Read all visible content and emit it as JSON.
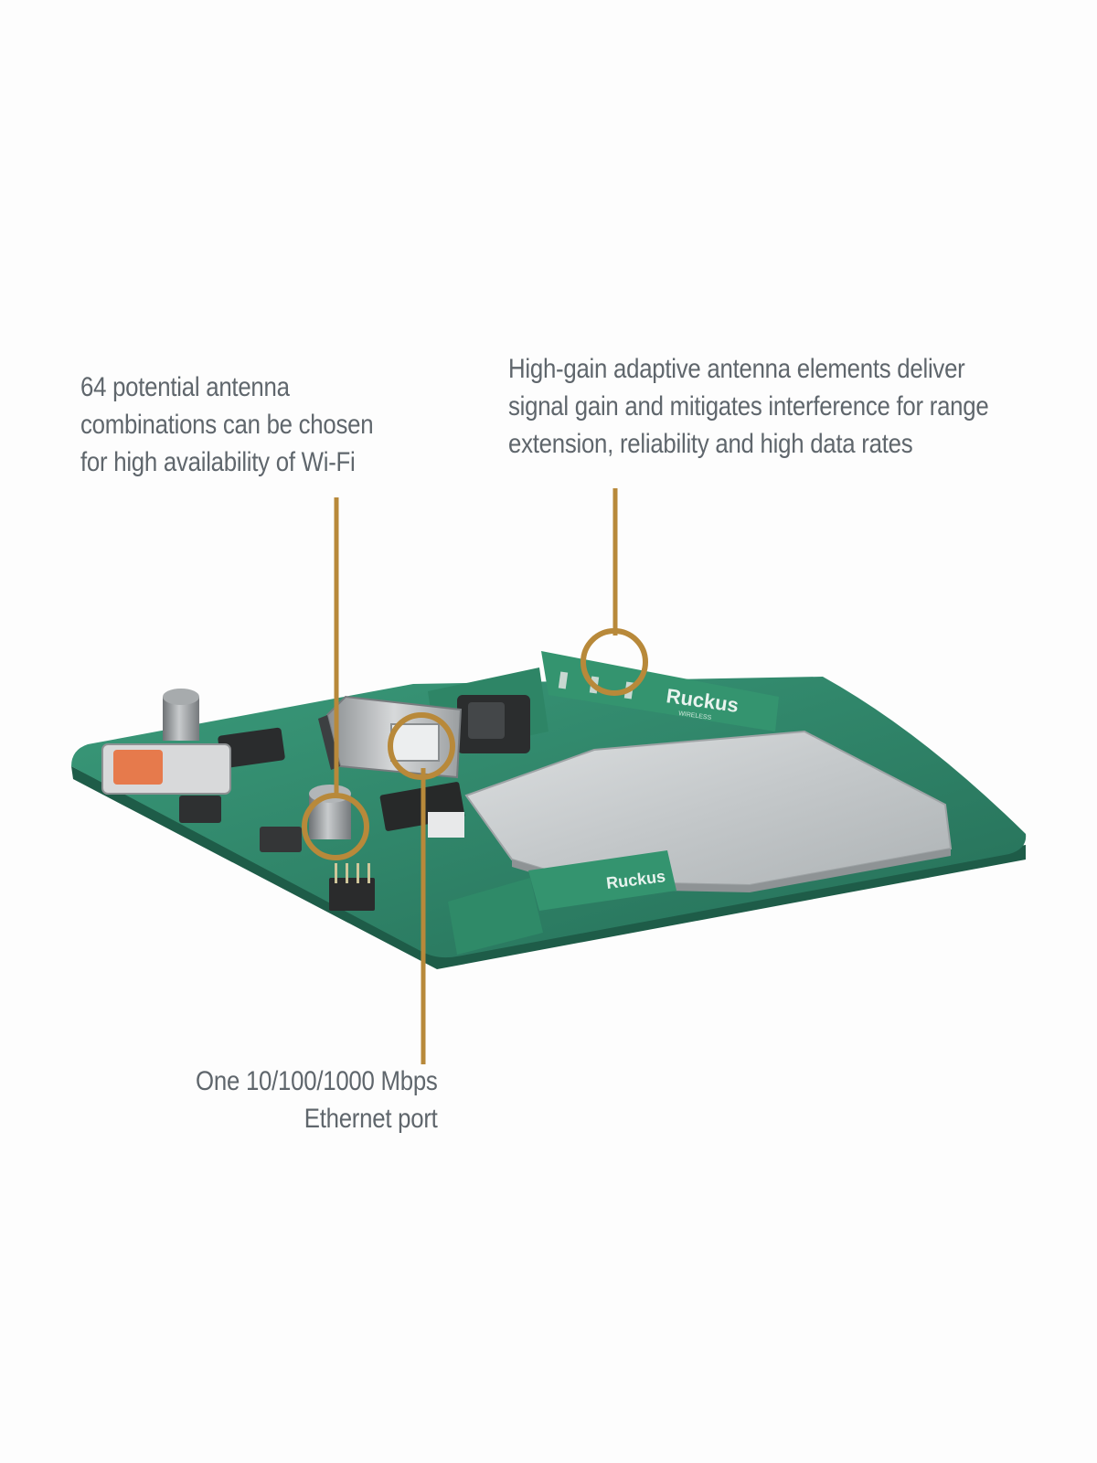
{
  "callouts": {
    "antenna_combinations": {
      "lines": [
        "64 potential antenna",
        "combinations can be chosen",
        "for high availability of Wi-Fi"
      ]
    },
    "adaptive_antenna": {
      "lines": [
        "High-gain adaptive antenna elements deliver",
        "signal gain and mitigates interference for range",
        "extension, reliability and high data rates"
      ]
    },
    "ethernet_port": {
      "lines": [
        "One 10/100/1000 Mbps",
        "Ethernet port"
      ]
    }
  },
  "board": {
    "logo_large": "Ruckus",
    "logo_small": "Ruckus",
    "logo_sub": "WIRELESS"
  },
  "colors": {
    "callout_accent": "#b8893a",
    "text": "#5f666c",
    "pcb_green": "#2f8a6c",
    "shield_silver": "#c9ccce"
  }
}
